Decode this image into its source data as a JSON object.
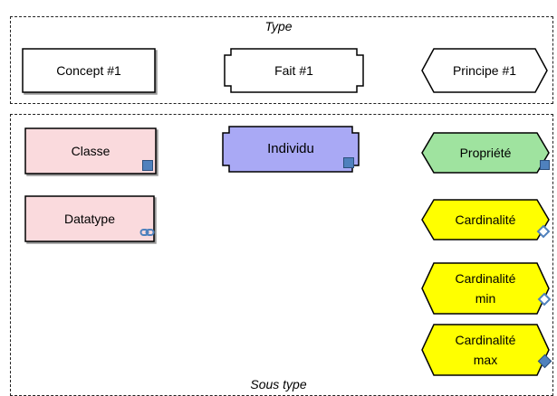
{
  "type_section": {
    "label": "Type"
  },
  "subtype_section": {
    "label": "Sous type"
  },
  "nodes": {
    "concept": {
      "label": "Concept #1"
    },
    "fait": {
      "label": "Fait #1"
    },
    "principe": {
      "label": "Principe #1"
    },
    "classe": {
      "label": "Classe"
    },
    "individu": {
      "label": "Individu"
    },
    "propriete": {
      "label": "Propriété"
    },
    "datatype": {
      "label": "Datatype"
    },
    "cardinalite": {
      "label": "Cardinalité"
    },
    "cardinalite_min": {
      "label": "Cardinalité\nmin"
    },
    "cardinalite_max": {
      "label": "Cardinalité\nmax"
    }
  },
  "colors": {
    "concept_fill": "#ffffff",
    "classe_fill": "#fadadd",
    "individu_fill": "#a9a9f5",
    "propriete_fill": "#9fe39f",
    "cardinalite_fill": "#ffff00",
    "stroke": "#000000",
    "badge": "#4f81bd"
  }
}
